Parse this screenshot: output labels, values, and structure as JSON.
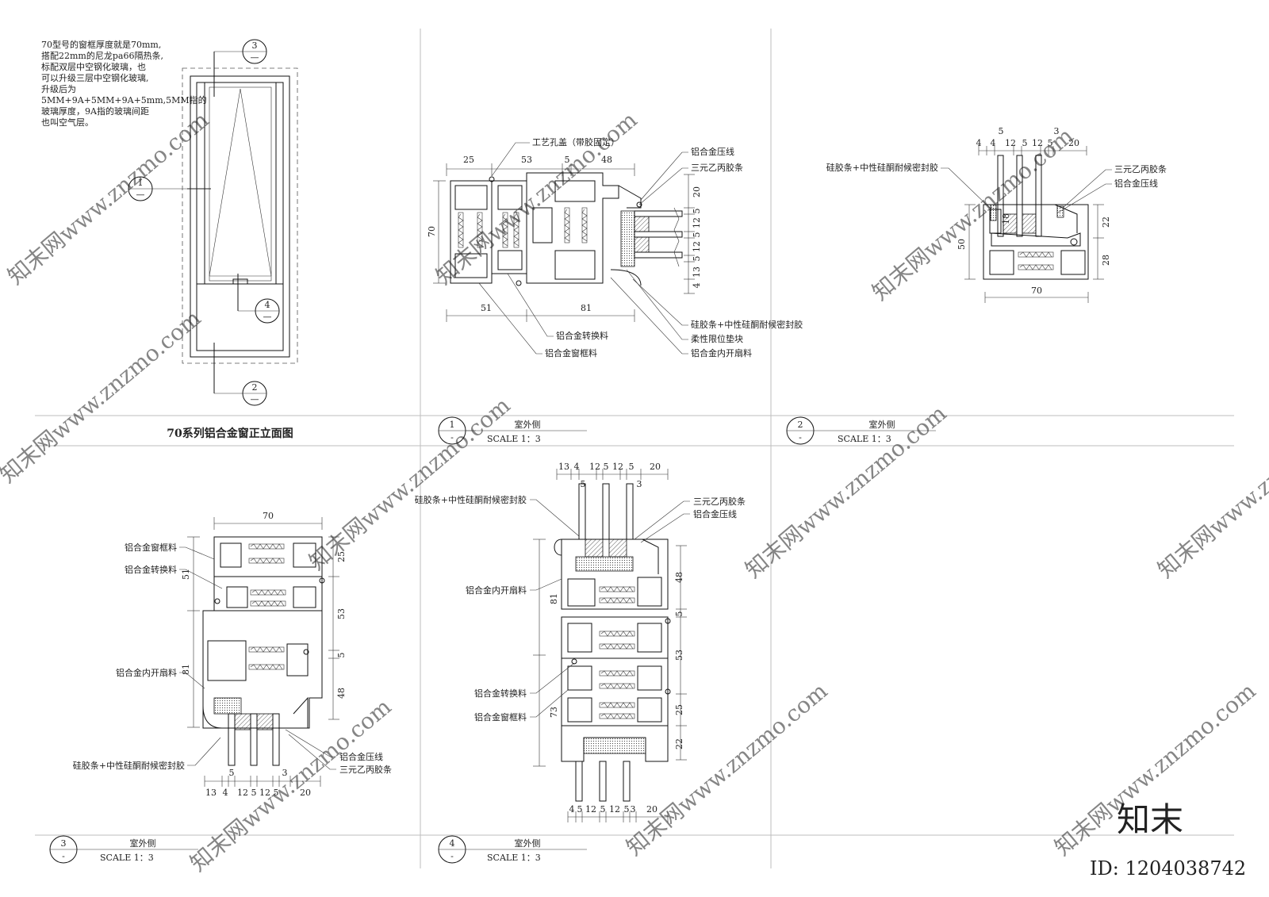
{
  "notes": {
    "lines": [
      "70型号的窗框厚度就是70mm,",
      "搭配22mm的尼龙pa66隔热条,",
      "标配双层中空钢化玻璃，也",
      "可以升级三层中空钢化玻璃,",
      "升级后为",
      "5MM+9A+5MM+9A+5mm,5MM指的",
      "玻璃厚度，9A指的玻璃间距",
      "也叫空气层。"
    ]
  },
  "elevation": {
    "title": "70系列铝合金窗正立面图",
    "callouts": [
      {
        "num": "3",
        "sub": "—"
      },
      {
        "num": "1",
        "sub": "—"
      },
      {
        "num": "4",
        "sub": "—"
      },
      {
        "num": "2",
        "sub": "—"
      }
    ]
  },
  "detail1": {
    "num": "1",
    "sub": "-",
    "side": "室外侧",
    "scale": "SCALE  1：3",
    "dims_top": [
      "25",
      "53",
      "5",
      "48"
    ],
    "dims_bottom": [
      "51",
      "81"
    ],
    "dim_left": "70",
    "dims_right": [
      "20",
      "5",
      "12",
      "5",
      "12",
      "5",
      "13",
      "4"
    ],
    "labels": [
      "工艺孔盖（带胶固定）",
      "铝合金压线",
      "三元乙丙胶条",
      "硅胶条+中性硅酮耐候密封胶",
      "柔性限位垫块",
      "铝合金内开扇料",
      "铝合金转换料",
      "铝合金窗框料"
    ]
  },
  "detail2": {
    "num": "2",
    "sub": "-",
    "side": "室外侧",
    "scale": "SCALE  1：3",
    "dims_top": [
      "5",
      "3",
      "4",
      "4",
      "12",
      "5",
      "12",
      "5",
      "20"
    ],
    "dims_right": [
      "22",
      "28"
    ],
    "dim_left": "50",
    "dim_inner": "18",
    "dim_bottom": "70",
    "labels": [
      "硅胶条+中性硅酮耐候密封胶",
      "三元乙丙胶条",
      "铝合金压线"
    ]
  },
  "detail3": {
    "num": "3",
    "sub": "-",
    "side": "室外侧",
    "scale": "SCALE  1：3",
    "dim_top": "70",
    "dims_right": [
      "25",
      "53",
      "5",
      "48"
    ],
    "dims_left": [
      "51",
      "81"
    ],
    "dims_bottom": [
      "13",
      "4",
      "5",
      "12",
      "5",
      "12",
      "5",
      "3",
      "20"
    ],
    "labels": [
      "铝合金窗框料",
      "铝合金转换料",
      "铝合金内开扇料",
      "硅胶条+中性硅酮耐候密封胶",
      "铝合金压线",
      "三元乙丙胶条"
    ]
  },
  "detail4": {
    "num": "4",
    "sub": "-",
    "side": "室外侧",
    "scale": "SCALE  1：3",
    "dims_top": [
      "13",
      "4",
      "12",
      "5",
      "12",
      "5",
      "20",
      "5",
      "3"
    ],
    "dims_right": [
      "48",
      "5",
      "53",
      "25",
      "22"
    ],
    "dims_left": [
      "81",
      "73"
    ],
    "dims_bottom": [
      "4",
      "5",
      "12",
      "5",
      "12",
      "5",
      "3",
      "20"
    ],
    "labels": [
      "硅胶条+中性硅酮耐候密封胶",
      "三元乙丙胶条",
      "铝合金压线",
      "铝合金内开扇料",
      "铝合金转换料",
      "铝合金窗框料"
    ]
  },
  "brand": {
    "logo": "知末",
    "id": "ID: 1204038742",
    "watermark": "知末网www.znzmo.com"
  }
}
